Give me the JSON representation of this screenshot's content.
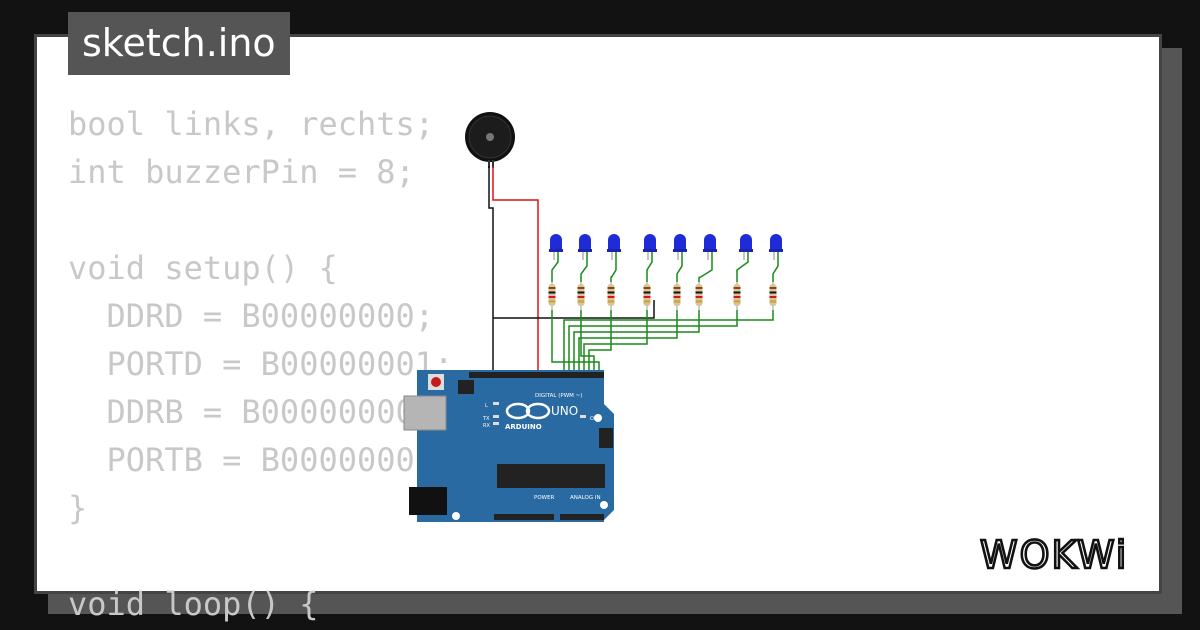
{
  "header": {
    "file_name": "sketch.ino"
  },
  "code_lines": [
    "bool links, rechts;",
    "int buzzerPin = 8;",
    "",
    "void setup() {",
    "  DDRD = B00000000;",
    "  PORTD = B00000001;",
    "  DDRB = B00000000",
    "  PORTB = B0000000",
    "}",
    "",
    "void loop() {"
  ],
  "board": {
    "brand": "ARDUINO",
    "model": "UNO",
    "digital_label": "DIGITAL (PWM ~)",
    "power_label": "POWER",
    "analog_label": "ANALOG IN",
    "on_label": "ON",
    "tx_label": "TX",
    "rx_label": "RX",
    "l_label": "L"
  },
  "logo": {
    "text": "WOKWi"
  },
  "colors": {
    "board": "#2a6aa3",
    "led": "#1f2bd6",
    "wire_green": "#1a8a1a",
    "wire_red": "#e01010",
    "wire_black": "#111111",
    "code_text": "#c8c8c8",
    "tab_bg": "#555555"
  },
  "components": {
    "led_count": 8,
    "resistor_count": 8,
    "buzzer_count": 1
  }
}
